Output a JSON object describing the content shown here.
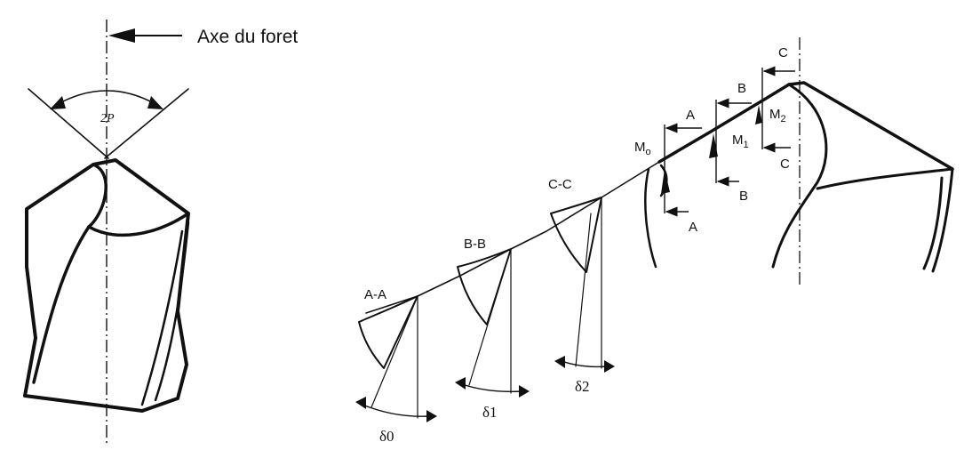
{
  "labels": {
    "axis_label": "Axe du foret",
    "point_angle": "2P",
    "m0": "M",
    "m0_sub": "o",
    "m1": "M",
    "m1_sub": "1",
    "m2": "M",
    "m2_sub": "2",
    "section_aa_title": "A-A",
    "section_bb_title": "B-B",
    "section_cc_title": "C-C",
    "cut_a_top": "A",
    "cut_a_bottom": "A",
    "cut_b_top": "B",
    "cut_b_bottom": "B",
    "cut_c_top": "C",
    "cut_c_bottom": "C",
    "delta0": "δ0",
    "delta1": "δ1",
    "delta2": "δ2"
  },
  "colors": {
    "ink": "#111111",
    "background": "#ffffff"
  }
}
